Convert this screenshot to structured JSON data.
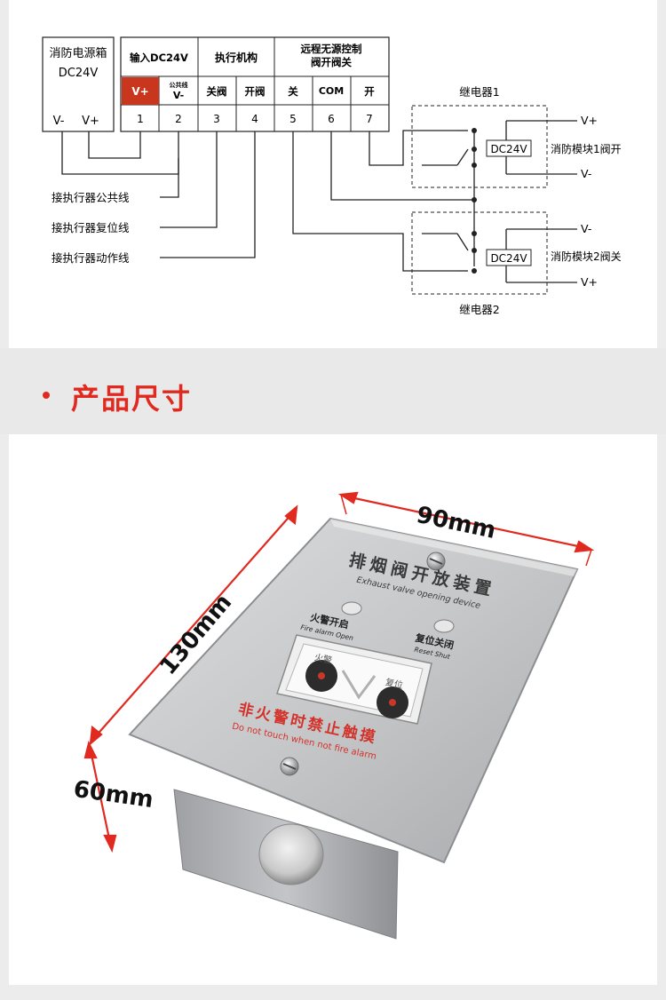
{
  "power_box": {
    "title": "消防电源箱",
    "voltage": "DC24V",
    "neg": "V-",
    "pos": "V+"
  },
  "terminal_table": {
    "group_input": "输入DC24V",
    "group_actuator": "执行机构",
    "group_remote_line1": "远程无源控制",
    "group_remote_line2": "阀开阀关",
    "row_labels": [
      {
        "text": "V+"
      },
      {
        "small": "公共线",
        "text": "V-"
      },
      {
        "text": "关阀"
      },
      {
        "text": "开阀"
      },
      {
        "text": "关"
      },
      {
        "text": "COM"
      },
      {
        "text": "开"
      }
    ],
    "numbers": [
      "1",
      "2",
      "3",
      "4",
      "5",
      "6",
      "7"
    ]
  },
  "left_notes": [
    "接执行器公共线",
    "接执行器复位线",
    "接执行器动作线"
  ],
  "relay1": {
    "title": "继电器1",
    "coil": "DC24V",
    "module": "消防模块1阀开",
    "top": "V+",
    "bottom": "V-"
  },
  "relay2": {
    "title": "继电器2",
    "coil": "DC24V",
    "module": "消防模块2阀关",
    "top": "V-",
    "bottom": "V+"
  },
  "section": {
    "title": "产品尺寸"
  },
  "dimensions": {
    "width": "90mm",
    "height": "130mm",
    "depth": "60mm"
  },
  "device": {
    "title_cn": "排烟阀开放装置",
    "title_en": "Exhaust valve opening device",
    "fire_open_cn": "火警开启",
    "fire_open_en": "Fire alarm Open",
    "reset_cn": "复位关闭",
    "reset_en": "Reset Shut",
    "window_left": "火警",
    "window_right": "复位",
    "warning_cn": "非火警时禁止触摸",
    "warning_en": "Do not touch when not fire alarm"
  },
  "colors": {
    "accent": "#e02a20",
    "terminal_highlight": "#c8361e",
    "plate": "#c9cacc"
  }
}
